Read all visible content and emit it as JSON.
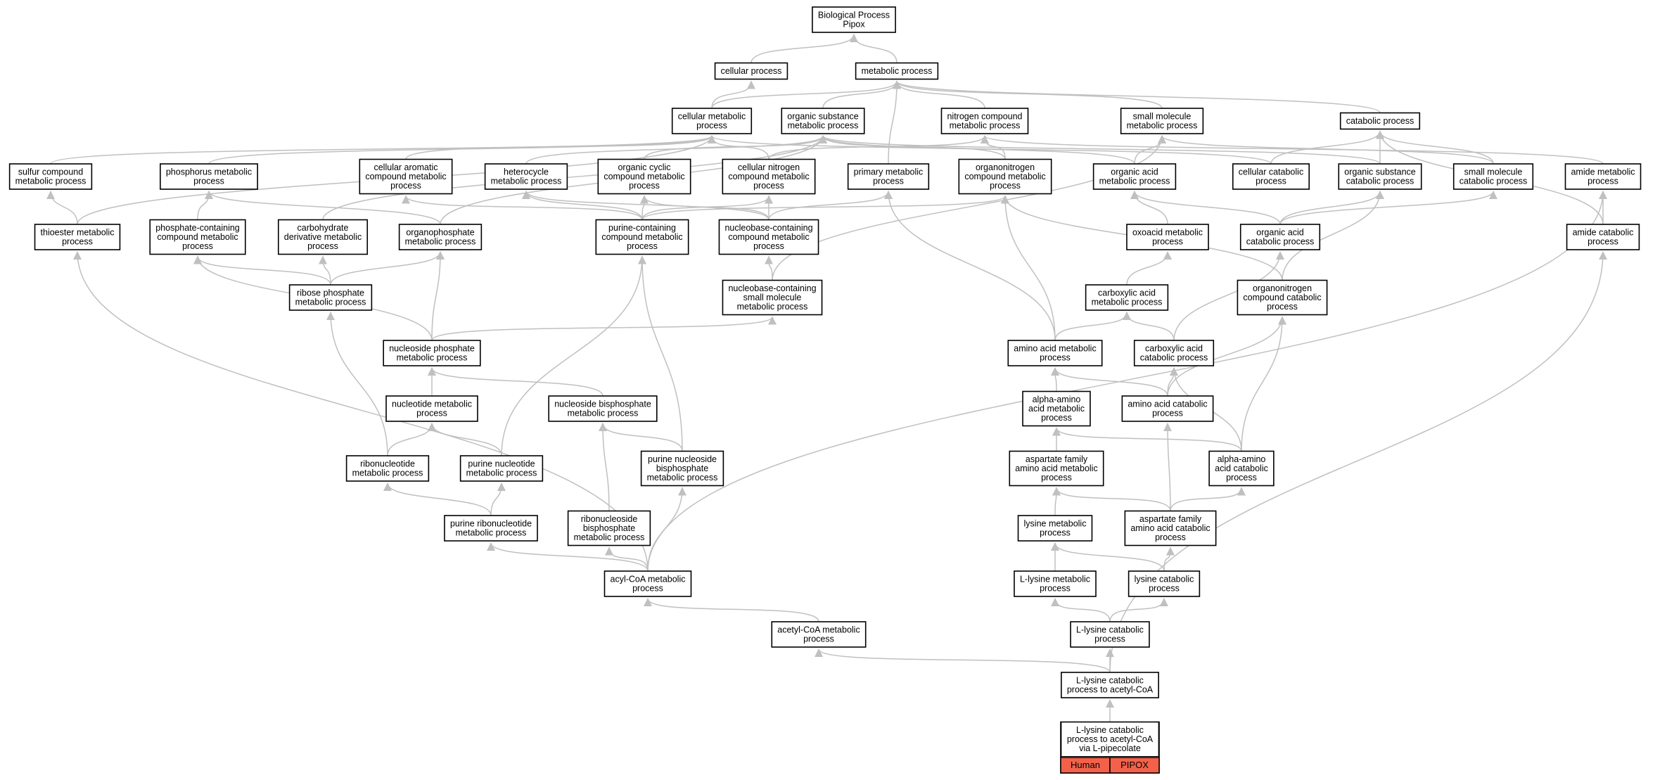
{
  "title": "Biological Process Pipox",
  "root": [
    "Biological Process",
    "Pipox"
  ],
  "legend": {
    "organism": "Human",
    "gene": "PIPOX",
    "highlight_color": "#f4614a"
  },
  "colors": {
    "edge": "#c0c0c0",
    "node_border": "#000000",
    "node_fill": "#ffffff"
  },
  "nodes": {
    "root": [
      "Biological Process",
      "Pipox"
    ],
    "cellular_process": [
      "cellular process"
    ],
    "metabolic_process": [
      "metabolic process"
    ],
    "cellular_metabolic_process": [
      "cellular metabolic",
      "process"
    ],
    "organic_substance_metabolic_process": [
      "organic substance",
      "metabolic process"
    ],
    "nitrogen_compound_metabolic_process": [
      "nitrogen compound",
      "metabolic process"
    ],
    "small_molecule_metabolic_process": [
      "small molecule",
      "metabolic process"
    ],
    "catabolic_process": [
      "catabolic process"
    ],
    "sulfur_compound_metabolic_process": [
      "sulfur compound",
      "metabolic process"
    ],
    "phosphorus_metabolic_process": [
      "phosphorus metabolic",
      "process"
    ],
    "cellular_aromatic_compound_metabolic_process": [
      "cellular aromatic",
      "compound metabolic",
      "process"
    ],
    "heterocycle_metabolic_process": [
      "heterocycle",
      "metabolic process"
    ],
    "organic_cyclic_compound_metabolic_process": [
      "organic cyclic",
      "compound metabolic",
      "process"
    ],
    "cellular_nitrogen_compound_metabolic_process": [
      "cellular nitrogen",
      "compound metabolic",
      "process"
    ],
    "primary_metabolic_process": [
      "primary metabolic",
      "process"
    ],
    "organonitrogen_compound_metabolic_process": [
      "organonitrogen",
      "compound metabolic",
      "process"
    ],
    "organic_acid_metabolic_process": [
      "organic acid",
      "metabolic process"
    ],
    "cellular_catabolic_process": [
      "cellular catabolic",
      "process"
    ],
    "organic_substance_catabolic_process": [
      "organic substance",
      "catabolic process"
    ],
    "small_molecule_catabolic_process": [
      "small molecule",
      "catabolic process"
    ],
    "amide_metabolic_process": [
      "amide metabolic",
      "process"
    ],
    "thioester_metabolic_process": [
      "thioester metabolic",
      "process"
    ],
    "phosphate_containing_compound_metabolic_process": [
      "phosphate-containing",
      "compound metabolic",
      "process"
    ],
    "carbohydrate_derivative_metabolic_process": [
      "carbohydrate",
      "derivative metabolic",
      "process"
    ],
    "organophosphate_metabolic_process": [
      "organophosphate",
      "metabolic process"
    ],
    "purine_containing_compound_metabolic_process": [
      "purine-containing",
      "compound metabolic",
      "process"
    ],
    "nucleobase_containing_compound_metabolic_process": [
      "nucleobase-containing",
      "compound metabolic",
      "process"
    ],
    "oxoacid_metabolic_process": [
      "oxoacid metabolic",
      "process"
    ],
    "organic_acid_catabolic_process": [
      "organic acid",
      "catabolic process"
    ],
    "amide_catabolic_process": [
      "amide catabolic",
      "process"
    ],
    "ribose_phosphate_metabolic_process": [
      "ribose phosphate",
      "metabolic process"
    ],
    "nucleobase_containing_small_molecule_metabolic_process": [
      "nucleobase-containing",
      "small molecule",
      "metabolic process"
    ],
    "carboxylic_acid_metabolic_process": [
      "carboxylic acid",
      "metabolic process"
    ],
    "organonitrogen_compound_catabolic_process": [
      "organonitrogen",
      "compound catabolic",
      "process"
    ],
    "nucleoside_phosphate_metabolic_process": [
      "nucleoside phosphate",
      "metabolic process"
    ],
    "amino_acid_metabolic_process": [
      "amino acid metabolic",
      "process"
    ],
    "carboxylic_acid_catabolic_process": [
      "carboxylic acid",
      "catabolic process"
    ],
    "nucleotide_metabolic_process": [
      "nucleotide metabolic",
      "process"
    ],
    "nucleoside_bisphosphate_metabolic_process": [
      "nucleoside bisphosphate",
      "metabolic process"
    ],
    "alpha_amino_acid_metabolic_process": [
      "alpha-amino",
      "acid metabolic",
      "process"
    ],
    "amino_acid_catabolic_process": [
      "amino acid catabolic",
      "process"
    ],
    "ribonucleotide_metabolic_process": [
      "ribonucleotide",
      "metabolic process"
    ],
    "purine_nucleotide_metabolic_process": [
      "purine nucleotide",
      "metabolic process"
    ],
    "purine_nucleoside_bisphosphate_metabolic_process": [
      "purine nucleoside",
      "bisphosphate",
      "metabolic process"
    ],
    "aspartate_family_amino_acid_metabolic_process": [
      "aspartate family",
      "amino acid metabolic",
      "process"
    ],
    "alpha_amino_acid_catabolic_process": [
      "alpha-amino",
      "acid catabolic",
      "process"
    ],
    "purine_ribonucleotide_metabolic_process": [
      "purine ribonucleotide",
      "metabolic process"
    ],
    "ribonucleoside_bisphosphate_metabolic_process": [
      "ribonucleoside",
      "bisphosphate",
      "metabolic process"
    ],
    "lysine_metabolic_process": [
      "lysine metabolic",
      "process"
    ],
    "aspartate_family_amino_acid_catabolic_process": [
      "aspartate family",
      "amino acid catabolic",
      "process"
    ],
    "acyl_coa_metabolic_process": [
      "acyl-CoA metabolic",
      "process"
    ],
    "l_lysine_metabolic_process": [
      "L-lysine metabolic",
      "process"
    ],
    "lysine_catabolic_process": [
      "lysine catabolic",
      "process"
    ],
    "acetyl_coa_metabolic_process": [
      "acetyl-CoA metabolic",
      "process"
    ],
    "l_lysine_catabolic_process": [
      "L-lysine catabolic",
      "process"
    ],
    "l_lysine_catabolic_process_to_acetyl_coa": [
      "L-lysine catabolic",
      "process to acetyl-CoA"
    ],
    "l_lysine_catabolic_process_to_acetyl_coa_via_l_pipecolate": [
      "L-lysine catabolic",
      "process to acetyl-CoA",
      "via L-pipecolate"
    ]
  },
  "edges": [
    [
      "cellular_process",
      "root"
    ],
    [
      "metabolic_process",
      "root"
    ],
    [
      "cellular_metabolic_process",
      "cellular_process"
    ],
    [
      "cellular_metabolic_process",
      "metabolic_process"
    ],
    [
      "organic_substance_metabolic_process",
      "metabolic_process"
    ],
    [
      "nitrogen_compound_metabolic_process",
      "metabolic_process"
    ],
    [
      "small_molecule_metabolic_process",
      "metabolic_process"
    ],
    [
      "catabolic_process",
      "metabolic_process"
    ],
    [
      "primary_metabolic_process",
      "metabolic_process"
    ],
    [
      "sulfur_compound_metabolic_process",
      "cellular_metabolic_process"
    ],
    [
      "phosphorus_metabolic_process",
      "cellular_metabolic_process"
    ],
    [
      "cellular_aromatic_compound_metabolic_process",
      "cellular_metabolic_process"
    ],
    [
      "heterocycle_metabolic_process",
      "organic_substance_metabolic_process"
    ],
    [
      "organic_cyclic_compound_metabolic_process",
      "organic_substance_metabolic_process"
    ],
    [
      "cellular_nitrogen_compound_metabolic_process",
      "cellular_metabolic_process"
    ],
    [
      "cellular_nitrogen_compound_metabolic_process",
      "nitrogen_compound_metabolic_process"
    ],
    [
      "organonitrogen_compound_metabolic_process",
      "organic_substance_metabolic_process"
    ],
    [
      "organonitrogen_compound_metabolic_process",
      "nitrogen_compound_metabolic_process"
    ],
    [
      "organic_acid_metabolic_process",
      "organic_substance_metabolic_process"
    ],
    [
      "organic_acid_metabolic_process",
      "small_molecule_metabolic_process"
    ],
    [
      "cellular_catabolic_process",
      "cellular_metabolic_process"
    ],
    [
      "cellular_catabolic_process",
      "catabolic_process"
    ],
    [
      "organic_substance_catabolic_process",
      "organic_substance_metabolic_process"
    ],
    [
      "organic_substance_catabolic_process",
      "catabolic_process"
    ],
    [
      "small_molecule_catabolic_process",
      "small_molecule_metabolic_process"
    ],
    [
      "small_molecule_catabolic_process",
      "catabolic_process"
    ],
    [
      "amide_metabolic_process",
      "nitrogen_compound_metabolic_process"
    ],
    [
      "thioester_metabolic_process",
      "sulfur_compound_metabolic_process"
    ],
    [
      "thioester_metabolic_process",
      "cellular_metabolic_process"
    ],
    [
      "phosphate_containing_compound_metabolic_process",
      "phosphorus_metabolic_process"
    ],
    [
      "carbohydrate_derivative_metabolic_process",
      "organic_substance_metabolic_process"
    ],
    [
      "organophosphate_metabolic_process",
      "phosphorus_metabolic_process"
    ],
    [
      "organophosphate_metabolic_process",
      "organic_substance_metabolic_process"
    ],
    [
      "purine_containing_compound_metabolic_process",
      "cellular_aromatic_compound_metabolic_process"
    ],
    [
      "purine_containing_compound_metabolic_process",
      "heterocycle_metabolic_process"
    ],
    [
      "purine_containing_compound_metabolic_process",
      "organic_cyclic_compound_metabolic_process"
    ],
    [
      "purine_containing_compound_metabolic_process",
      "cellular_nitrogen_compound_metabolic_process"
    ],
    [
      "purine_containing_compound_metabolic_process",
      "organonitrogen_compound_metabolic_process"
    ],
    [
      "nucleobase_containing_compound_metabolic_process",
      "heterocycle_metabolic_process"
    ],
    [
      "nucleobase_containing_compound_metabolic_process",
      "organic_cyclic_compound_metabolic_process"
    ],
    [
      "nucleobase_containing_compound_metabolic_process",
      "cellular_nitrogen_compound_metabolic_process"
    ],
    [
      "nucleobase_containing_compound_metabolic_process",
      "primary_metabolic_process"
    ],
    [
      "oxoacid_metabolic_process",
      "organic_acid_metabolic_process"
    ],
    [
      "organic_acid_catabolic_process",
      "organic_acid_metabolic_process"
    ],
    [
      "organic_acid_catabolic_process",
      "organic_substance_catabolic_process"
    ],
    [
      "organic_acid_catabolic_process",
      "small_molecule_catabolic_process"
    ],
    [
      "amide_catabolic_process",
      "amide_metabolic_process"
    ],
    [
      "amide_catabolic_process",
      "catabolic_process"
    ],
    [
      "ribose_phosphate_metabolic_process",
      "phosphate_containing_compound_metabolic_process"
    ],
    [
      "ribose_phosphate_metabolic_process",
      "carbohydrate_derivative_metabolic_process"
    ],
    [
      "ribose_phosphate_metabolic_process",
      "organophosphate_metabolic_process"
    ],
    [
      "nucleobase_containing_small_molecule_metabolic_process",
      "nucleobase_containing_compound_metabolic_process"
    ],
    [
      "nucleobase_containing_small_molecule_metabolic_process",
      "small_molecule_metabolic_process"
    ],
    [
      "carboxylic_acid_metabolic_process",
      "oxoacid_metabolic_process"
    ],
    [
      "organonitrogen_compound_catabolic_process",
      "organonitrogen_compound_metabolic_process"
    ],
    [
      "organonitrogen_compound_catabolic_process",
      "organic_substance_catabolic_process"
    ],
    [
      "nucleoside_phosphate_metabolic_process",
      "phosphate_containing_compound_metabolic_process"
    ],
    [
      "nucleoside_phosphate_metabolic_process",
      "organophosphate_metabolic_process"
    ],
    [
      "nucleoside_phosphate_metabolic_process",
      "nucleobase_containing_small_molecule_metabolic_process"
    ],
    [
      "amino_acid_metabolic_process",
      "carboxylic_acid_metabolic_process"
    ],
    [
      "amino_acid_metabolic_process",
      "primary_metabolic_process"
    ],
    [
      "amino_acid_metabolic_process",
      "organonitrogen_compound_metabolic_process"
    ],
    [
      "carboxylic_acid_catabolic_process",
      "carboxylic_acid_metabolic_process"
    ],
    [
      "carboxylic_acid_catabolic_process",
      "organic_acid_catabolic_process"
    ],
    [
      "nucleotide_metabolic_process",
      "nucleoside_phosphate_metabolic_process"
    ],
    [
      "nucleoside_bisphosphate_metabolic_process",
      "nucleoside_phosphate_metabolic_process"
    ],
    [
      "alpha_amino_acid_metabolic_process",
      "amino_acid_metabolic_process"
    ],
    [
      "amino_acid_catabolic_process",
      "amino_acid_metabolic_process"
    ],
    [
      "amino_acid_catabolic_process",
      "carboxylic_acid_catabolic_process"
    ],
    [
      "amino_acid_catabolic_process",
      "organonitrogen_compound_catabolic_process"
    ],
    [
      "ribonucleotide_metabolic_process",
      "ribose_phosphate_metabolic_process"
    ],
    [
      "ribonucleotide_metabolic_process",
      "nucleotide_metabolic_process"
    ],
    [
      "purine_nucleotide_metabolic_process",
      "nucleotide_metabolic_process"
    ],
    [
      "purine_nucleotide_metabolic_process",
      "purine_containing_compound_metabolic_process"
    ],
    [
      "purine_nucleoside_bisphosphate_metabolic_process",
      "nucleoside_bisphosphate_metabolic_process"
    ],
    [
      "purine_nucleoside_bisphosphate_metabolic_process",
      "purine_containing_compound_metabolic_process"
    ],
    [
      "aspartate_family_amino_acid_metabolic_process",
      "alpha_amino_acid_metabolic_process"
    ],
    [
      "alpha_amino_acid_catabolic_process",
      "alpha_amino_acid_metabolic_process"
    ],
    [
      "alpha_amino_acid_catabolic_process",
      "carboxylic_acid_catabolic_process"
    ],
    [
      "alpha_amino_acid_catabolic_process",
      "organonitrogen_compound_catabolic_process"
    ],
    [
      "purine_ribonucleotide_metabolic_process",
      "ribonucleotide_metabolic_process"
    ],
    [
      "purine_ribonucleotide_metabolic_process",
      "purine_nucleotide_metabolic_process"
    ],
    [
      "ribonucleoside_bisphosphate_metabolic_process",
      "nucleoside_bisphosphate_metabolic_process"
    ],
    [
      "lysine_metabolic_process",
      "aspartate_family_amino_acid_metabolic_process"
    ],
    [
      "aspartate_family_amino_acid_catabolic_process",
      "aspartate_family_amino_acid_metabolic_process"
    ],
    [
      "aspartate_family_amino_acid_catabolic_process",
      "alpha_amino_acid_catabolic_process"
    ],
    [
      "aspartate_family_amino_acid_catabolic_process",
      "amino_acid_catabolic_process"
    ],
    [
      "acyl_coa_metabolic_process",
      "thioester_metabolic_process"
    ],
    [
      "acyl_coa_metabolic_process",
      "purine_ribonucleotide_metabolic_process"
    ],
    [
      "acyl_coa_metabolic_process",
      "ribonucleoside_bisphosphate_metabolic_process"
    ],
    [
      "acyl_coa_metabolic_process",
      "purine_nucleoside_bisphosphate_metabolic_process"
    ],
    [
      "acyl_coa_metabolic_process",
      "amide_metabolic_process"
    ],
    [
      "l_lysine_metabolic_process",
      "lysine_metabolic_process"
    ],
    [
      "lysine_catabolic_process",
      "lysine_metabolic_process"
    ],
    [
      "lysine_catabolic_process",
      "aspartate_family_amino_acid_catabolic_process"
    ],
    [
      "acetyl_coa_metabolic_process",
      "acyl_coa_metabolic_process"
    ],
    [
      "l_lysine_catabolic_process",
      "l_lysine_metabolic_process"
    ],
    [
      "l_lysine_catabolic_process",
      "lysine_catabolic_process"
    ],
    [
      "l_lysine_catabolic_process_to_acetyl_coa",
      "l_lysine_catabolic_process"
    ],
    [
      "l_lysine_catabolic_process_to_acetyl_coa",
      "acetyl_coa_metabolic_process"
    ],
    [
      "l_lysine_catabolic_process_to_acetyl_coa",
      "amide_catabolic_process"
    ],
    [
      "l_lysine_catabolic_process_to_acetyl_coa_via_l_pipecolate",
      "l_lysine_catabolic_process_to_acetyl_coa"
    ]
  ]
}
